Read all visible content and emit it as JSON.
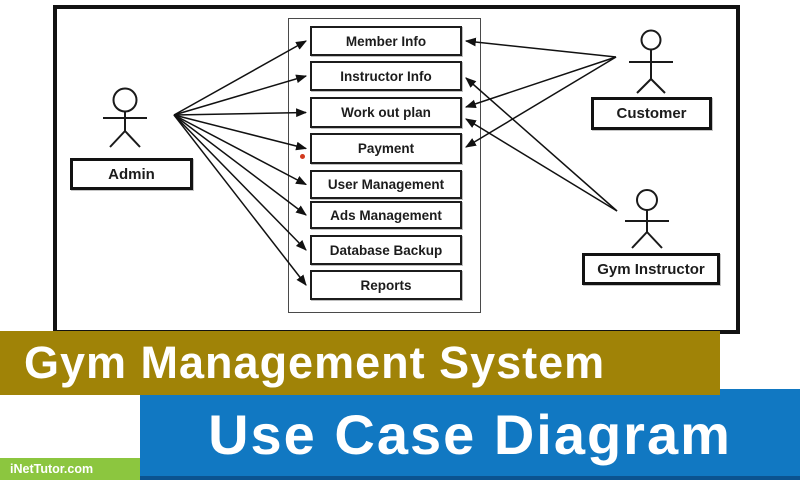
{
  "diagram": {
    "actors": [
      {
        "id": "admin",
        "label": "Admin"
      },
      {
        "id": "customer",
        "label": "Customer"
      },
      {
        "id": "gym-instructor",
        "label": "Gym Instructor"
      }
    ],
    "use_cases": [
      "Member Info",
      "Instructor Info",
      "Work out plan",
      "Payment",
      "User Management",
      "Ads Management",
      "Database Backup",
      "Reports"
    ],
    "connections": [
      {
        "from": "admin",
        "to": "Member Info"
      },
      {
        "from": "admin",
        "to": "Instructor Info"
      },
      {
        "from": "admin",
        "to": "Work out plan"
      },
      {
        "from": "admin",
        "to": "Payment"
      },
      {
        "from": "admin",
        "to": "User Management"
      },
      {
        "from": "admin",
        "to": "Ads Management"
      },
      {
        "from": "admin",
        "to": "Database Backup"
      },
      {
        "from": "admin",
        "to": "Reports"
      },
      {
        "from": "customer",
        "to": "Member Info"
      },
      {
        "from": "customer",
        "to": "Work out plan"
      },
      {
        "from": "customer",
        "to": "Payment"
      },
      {
        "from": "gym-instructor",
        "to": "Instructor Info"
      },
      {
        "from": "gym-instructor",
        "to": "Work out plan"
      }
    ],
    "arrow_color": "#111111"
  },
  "banners": {
    "title": "Gym Management System",
    "title_bg": "#a08307",
    "subtitle": "Use Case Diagram",
    "subtitle_bg": "#1178c2"
  },
  "watermark": {
    "text": "iNetTutor.com",
    "bg": "#8cc63f"
  }
}
